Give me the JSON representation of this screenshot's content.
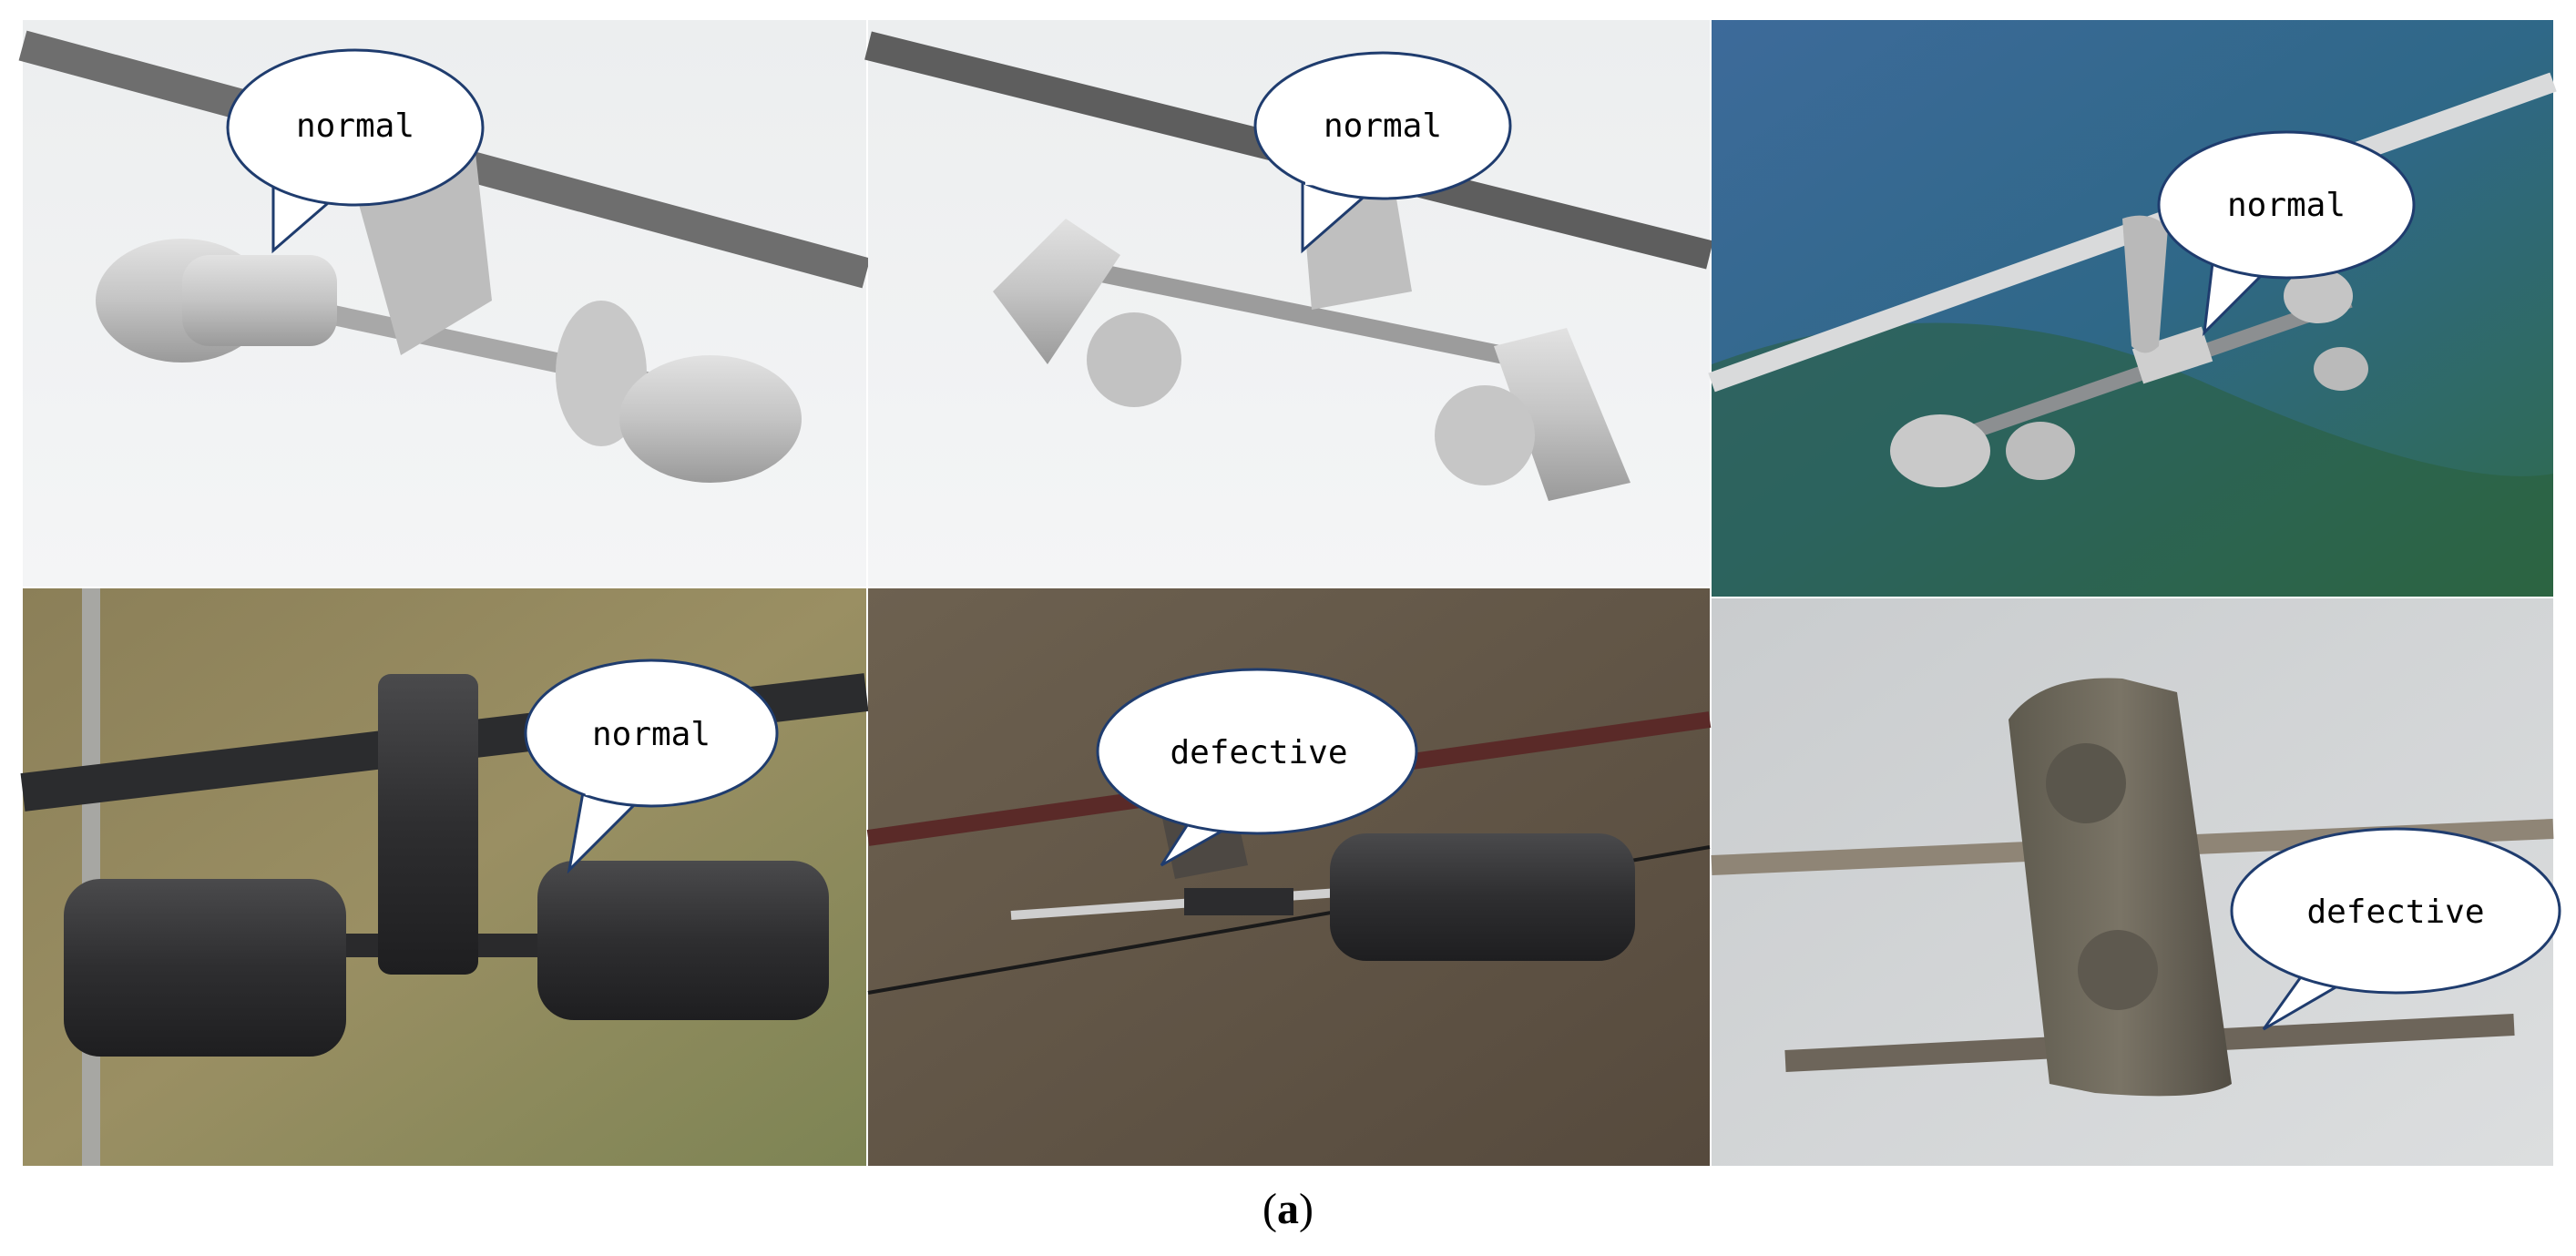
{
  "panels": [
    {
      "label": "normal"
    },
    {
      "label": "normal"
    },
    {
      "label": "normal"
    },
    {
      "label": "normal"
    },
    {
      "label": "defective"
    },
    {
      "label": "defective"
    }
  ],
  "caption": {
    "open": "(",
    "letter": "a",
    "close": ")"
  }
}
